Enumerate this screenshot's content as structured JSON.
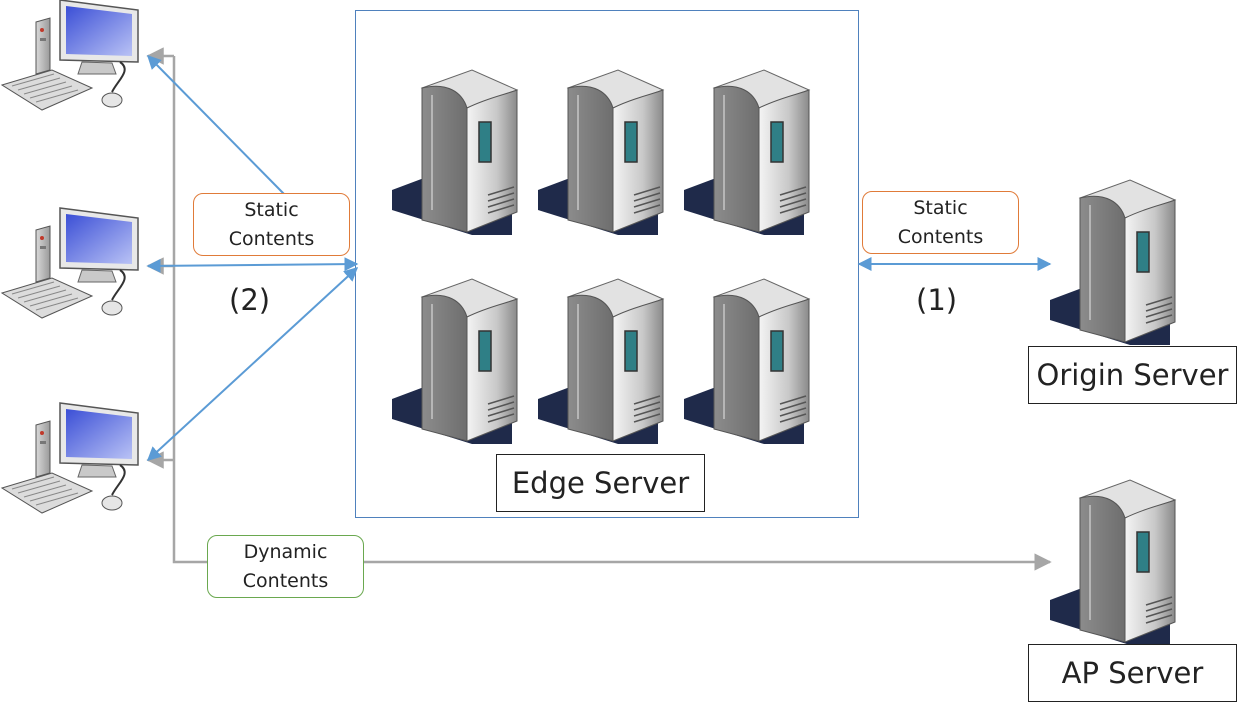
{
  "labels": {
    "static_left": [
      "Static",
      "Contents"
    ],
    "static_right": [
      "Static",
      "Contents"
    ],
    "dynamic": [
      "Dynamic",
      "Contents"
    ],
    "step_left": "(2)",
    "step_right": "(1)",
    "edge_server": "Edge Server",
    "origin_server": "Origin Server",
    "ap_server": "AP Server"
  },
  "colors": {
    "static_arrow": "#5b9bd5",
    "dynamic_arrow": "#a6a6a6",
    "edge_frame": "#4f81bd",
    "static_label_border": "#e07b39",
    "dynamic_label_border": "#6aa84f"
  },
  "icons": {
    "client": "desktop-computer-icon",
    "server": "tower-server-icon"
  }
}
